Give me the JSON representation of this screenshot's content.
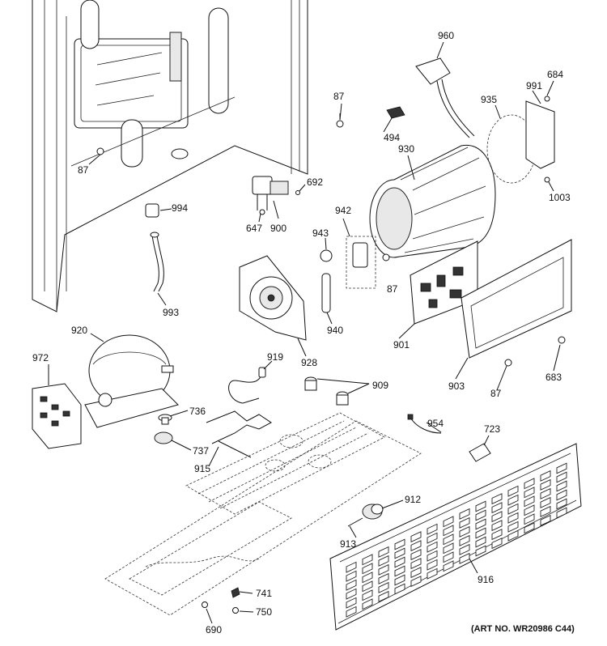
{
  "art_number": "(ART NO. WR20986 C44)",
  "callouts": {
    "c87a": "87",
    "c87b": "87",
    "c87c": "87",
    "c87d": "87",
    "c494": "494",
    "c960": "960",
    "c684": "684",
    "c991": "991",
    "c935": "935",
    "c930": "930",
    "c1003": "1003",
    "c692": "692",
    "c647": "647",
    "c900": "900",
    "c994": "994",
    "c942": "942",
    "c943": "943",
    "c993": "993",
    "c940": "940",
    "c901": "901",
    "c928": "928",
    "c920": "920",
    "c919": "919",
    "c909": "909",
    "c972": "972",
    "c903": "903",
    "c683": "683",
    "c736": "736",
    "c737": "737",
    "c954": "954",
    "c723": "723",
    "c915": "915",
    "c912": "912",
    "c913": "913",
    "c916": "916",
    "c741": "741",
    "c750": "750",
    "c690": "690"
  }
}
